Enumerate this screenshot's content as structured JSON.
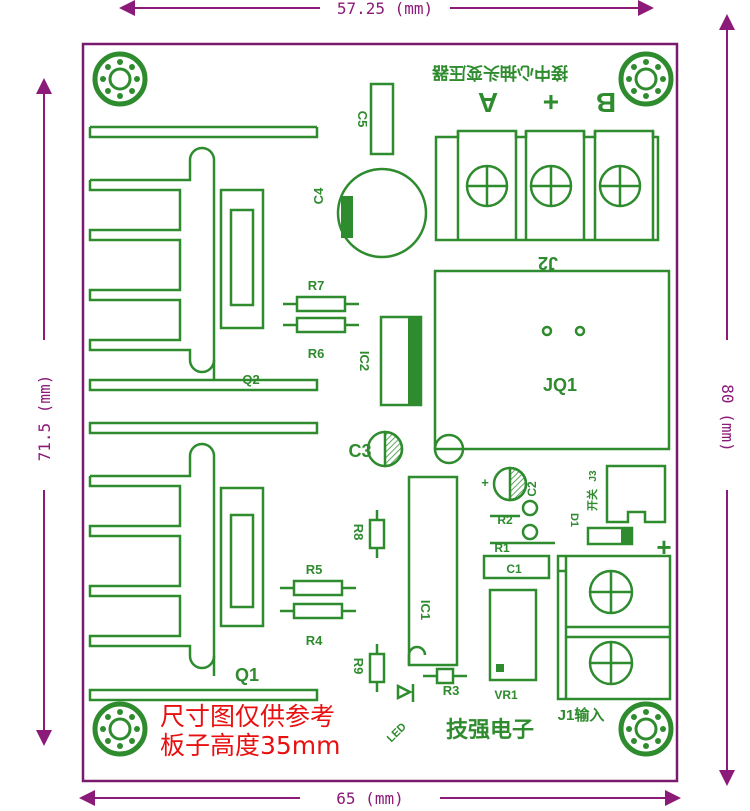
{
  "dimensions": {
    "top": "57.25 (mm)",
    "bottom": "65 (mm)",
    "left": "71.5 (mm)",
    "right": "80 (mm)"
  },
  "labels": {
    "c5": "C5",
    "c4": "C4",
    "r7": "R7",
    "r6": "R6",
    "ic2": "IC2",
    "q2": "Q2",
    "c3": "C3",
    "r8": "R8",
    "r5": "R5",
    "r4": "R4",
    "r9": "R9",
    "q1": "Q1",
    "jq1": "JQ1",
    "j2": "J2",
    "c2": "C2",
    "r2": "R2",
    "r1": "R1",
    "c1": "C1",
    "ic1": "IC1",
    "r3": "R3",
    "vr1": "VR1",
    "d1": "D1",
    "j3": "J3",
    "switch": "开关",
    "led": "LED",
    "j1": "J1输入",
    "terminal_a": "A",
    "terminal_plus": "+",
    "terminal_b": "B",
    "j1_plus": "+",
    "center_tap_note": "接中心抽头变压器",
    "brand": "技强电子"
  },
  "notes": {
    "line1": "尺寸图仅供参考",
    "line2": "板子高度35mm"
  },
  "colors": {
    "silkscreen": "#2e8b2e",
    "dimension": "#8b1a78",
    "note": "#e81010",
    "outline": "#7a1a6e"
  }
}
